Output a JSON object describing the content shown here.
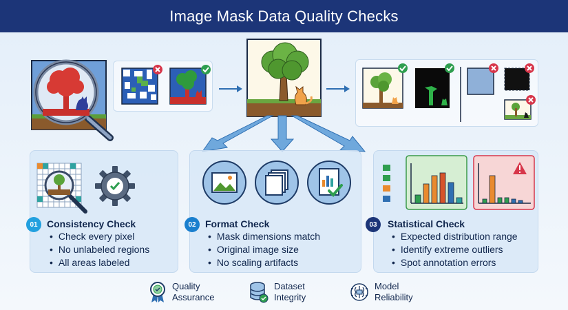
{
  "title": "Image Mask Data Quality Checks",
  "icons": {
    "status_valid": "check-badge-icon",
    "status_invalid": "x-badge-icon"
  },
  "colors": {
    "header_bg": "#1c3578",
    "valid_green": "#2e9e4f",
    "invalid_red": "#d7364a",
    "accent_blue": "#1b8fd4"
  },
  "panels": [
    {
      "number": "01",
      "title": "Consistency Check",
      "bullets": [
        "Check every pixel",
        "No unlabeled regions",
        "All areas labeled"
      ]
    },
    {
      "number": "02",
      "title": "Format Check",
      "bullets": [
        "Mask dimensions match",
        "Original image size",
        "No scaling artifacts"
      ]
    },
    {
      "number": "03",
      "title": "Statistical Check",
      "bullets": [
        "Expected distribution range",
        "Identify extreme outliers",
        "Spot annotation errors"
      ]
    }
  ],
  "footer": [
    {
      "label": "Quality\nAssurance",
      "icon": "award-ribbon-icon"
    },
    {
      "label": "Dataset\nIntegrity",
      "icon": "database-check-icon"
    },
    {
      "label": "Model\nReliability",
      "icon": "brain-chip-icon"
    }
  ]
}
